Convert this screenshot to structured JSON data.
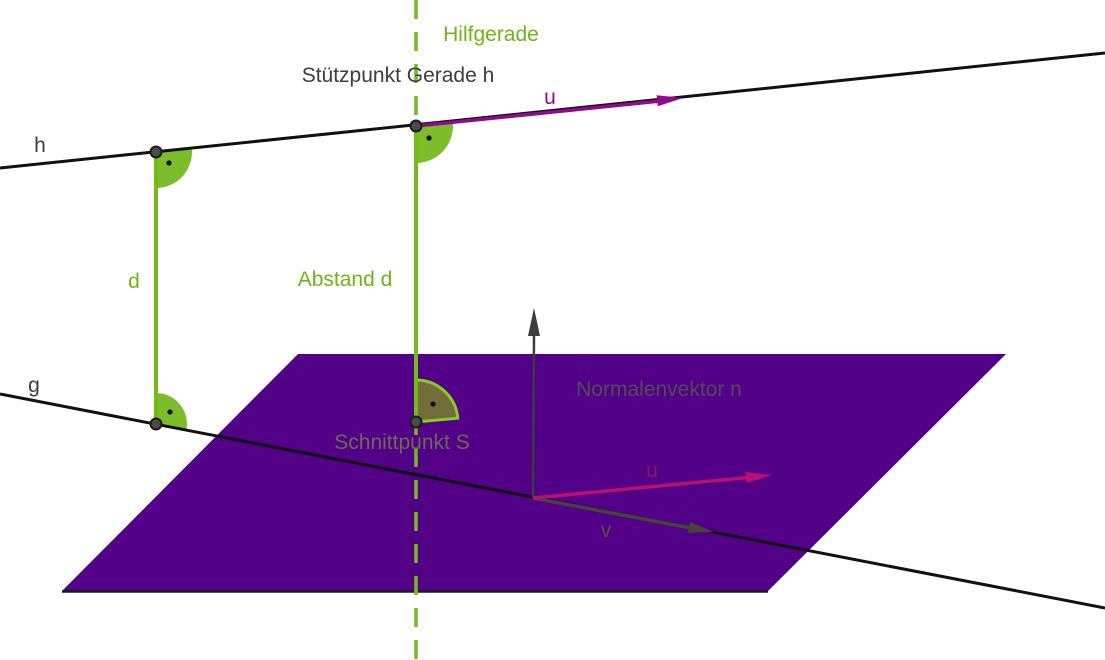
{
  "canvas": {
    "description": "GeoGebra-style geometry construction: distance between skew lines g and h via auxiliary line and plane"
  },
  "labels": {
    "hilfgerade": "Hilfgerade",
    "stuetzpunkt_gerade_h": "Stützpunkt Gerade h",
    "line_h": "h",
    "line_g": "g",
    "distance_short": "d",
    "abstand_d": "Abstand d",
    "schnittpunkt_s": "Schnittpunkt S",
    "normalenvektor_n": "Normalenvektor n",
    "vector_u_top": "u",
    "vector_u_plane": "u",
    "vector_v": "v"
  },
  "colors": {
    "background": "#ffffff",
    "green_main": "#76ba1a",
    "green_text": "#6fb615",
    "angle_fill_white_bg": "#7cbd29",
    "angle_fill_on_plane": "#736d3a",
    "angle_border_green": "#86cc21",
    "plane_purple": "#520087",
    "plane_edge_dark": "#1a1a1a",
    "line_black": "#111111",
    "vector_u_top_purple": "#91098f",
    "vector_u_plane_magenta": "#b9106e",
    "vector_n_gray": "#3c3c3c",
    "vector_v_olive": "#45443a",
    "label_dark_gray": "#3d3d3d",
    "label_schnittpunkt": "#6a6a55",
    "label_normalenvektor": "#4e4e54",
    "label_u_plane": "#8c1468",
    "label_v": "#52524a",
    "point_fill": "#4a4a4a",
    "point_stroke": "#1c1c1c",
    "angle_dot": "#111111"
  }
}
